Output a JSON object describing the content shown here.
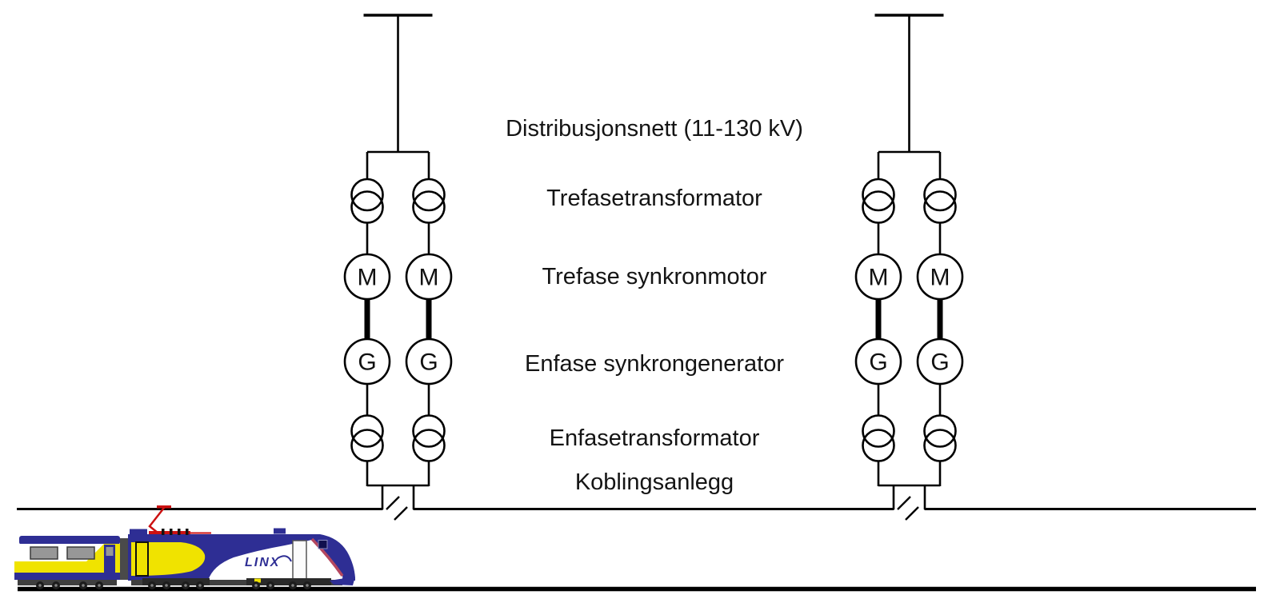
{
  "diagram": {
    "labels": [
      {
        "text": "Distribusjonsnett (11-130 kV)"
      },
      {
        "text": "Trefasetransformator"
      },
      {
        "text": "Trefase synkronmotor"
      },
      {
        "text": "Enfase synkrongenerator"
      },
      {
        "text": "Enfasetransformator"
      },
      {
        "text": "Koblingsanlegg"
      }
    ],
    "motor_symbol": "M",
    "generator_symbol": "G"
  },
  "train": {
    "logo": "LINX",
    "colors": {
      "body_navy": "#2e2e94",
      "accent_yellow": "#f0e300",
      "stripe_red": "#b5475f",
      "pantograph_red": "#cc1111",
      "undercarriage_gray": "#3f3f3f"
    }
  },
  "colors": {
    "background": "#ffffff",
    "line": "#000000",
    "text": "#141414"
  }
}
